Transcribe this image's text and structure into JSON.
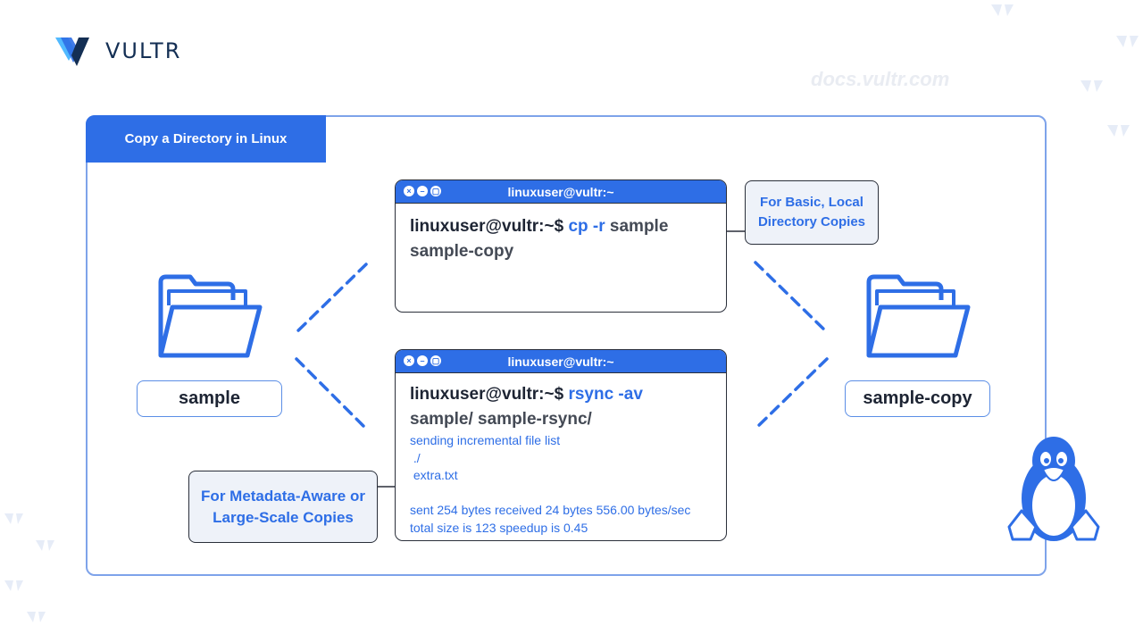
{
  "brand": {
    "name": "VULTR",
    "watermark": "docs.vultr.com"
  },
  "diagram": {
    "title": "Copy a Directory in Linux",
    "source_folder": "sample",
    "dest_folder": "sample-copy",
    "terminal_top": {
      "title": "linuxuser@vultr:~",
      "prompt": "linuxuser@vultr:~$",
      "command": "cp -r",
      "args_line1": "sample",
      "args_line2": "sample-copy"
    },
    "terminal_bottom": {
      "title": "linuxuser@vultr:~",
      "prompt": "linuxuser@vultr:~$",
      "command": "rsync -av",
      "args_line2": "sample/ sample-rsync/",
      "output": [
        "sending incremental file list",
        " ./",
        " extra.txt",
        "",
        "sent 254 bytes received 24 bytes 556.00 bytes/sec",
        "total size is 123 speedup is 0.45"
      ]
    },
    "callout_top": {
      "line1": "For Basic, Local",
      "line2": "Directory Copies"
    },
    "callout_bottom": {
      "line1": "For Metadata-Aware or",
      "line2": "Large-Scale Copies"
    }
  },
  "colors": {
    "accent": "#2e6ee6",
    "frame": "#7ea3ea",
    "dark": "#142f54"
  }
}
